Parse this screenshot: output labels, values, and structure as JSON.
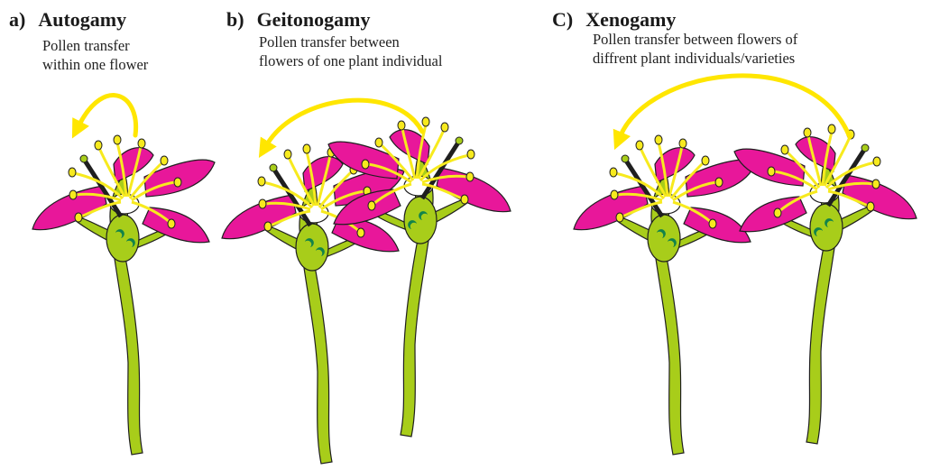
{
  "panels": [
    {
      "letter": "a)",
      "title": "Autogamy",
      "lines": [
        "Pollen transfer",
        "within one flower"
      ]
    },
    {
      "letter": "b)",
      "title": "Geitonogamy",
      "lines": [
        "Pollen transfer between",
        "flowers of one plant individual"
      ]
    },
    {
      "letter": "C)",
      "title": "Xenogamy",
      "lines": [
        "Pollen transfer between flowers of",
        "diffrent plant individuals/varieties"
      ]
    }
  ],
  "colors": {
    "petal": "#e8179a",
    "stem": "#a8cd1a",
    "anther": "#f7ea1e",
    "arrow": "#ffe600",
    "ovule": "#12834a",
    "outline": "#1f1f1f"
  }
}
